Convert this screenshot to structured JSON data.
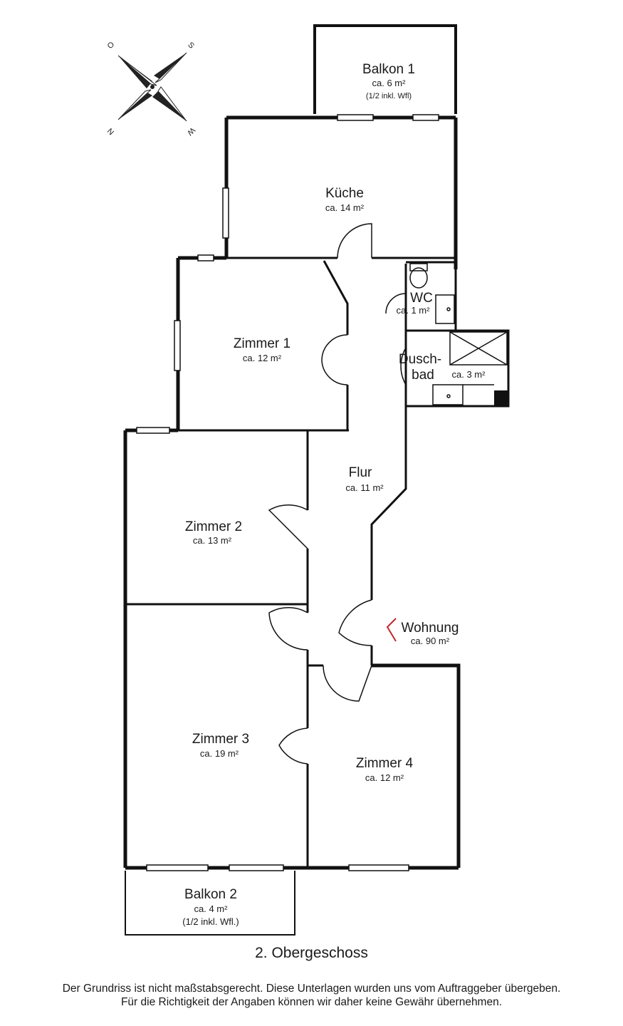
{
  "floor_title": "2. Obergeschoss",
  "disclaimer": {
    "line1": "Der Grundriss ist nicht maßstabsgerecht. Diese Unterlagen wurden uns vom Auftraggeber übergeben.",
    "line2": "Für die Richtigkeit der Angaben können wir daher keine Gewähr übernehmen."
  },
  "compass": {
    "north": "N",
    "south": "S",
    "east": "O",
    "west": "W"
  },
  "rooms": {
    "balkon1": {
      "name": "Balkon 1",
      "area": "ca. 6 m²",
      "note": "(1/2 inkl. Wfl)"
    },
    "kueche": {
      "name": "Küche",
      "area": "ca. 14 m²"
    },
    "wc": {
      "name": "WC",
      "area": "ca. 1 m²"
    },
    "duschbad": {
      "name_line1": "Dusch-",
      "name_line2": "bad",
      "area": "ca. 3 m²"
    },
    "zimmer1": {
      "name": "Zimmer 1",
      "area": "ca. 12 m²"
    },
    "flur": {
      "name": "Flur",
      "area": "ca. 11 m²"
    },
    "zimmer2": {
      "name": "Zimmer 2",
      "area": "ca. 13 m²"
    },
    "wohnung": {
      "name": "Wohnung",
      "area": "ca. 90 m²"
    },
    "zimmer3": {
      "name": "Zimmer 3",
      "area": "ca. 19 m²"
    },
    "zimmer4": {
      "name": "Zimmer 4",
      "area": "ca. 12 m²"
    },
    "balkon2": {
      "name": "Balkon 2",
      "area": "ca. 4 m²",
      "note": "(1/2 inkl. Wfl.)"
    }
  },
  "colors": {
    "wall": "#111111",
    "entrance_marker": "#c0282d",
    "background": "#ffffff"
  }
}
